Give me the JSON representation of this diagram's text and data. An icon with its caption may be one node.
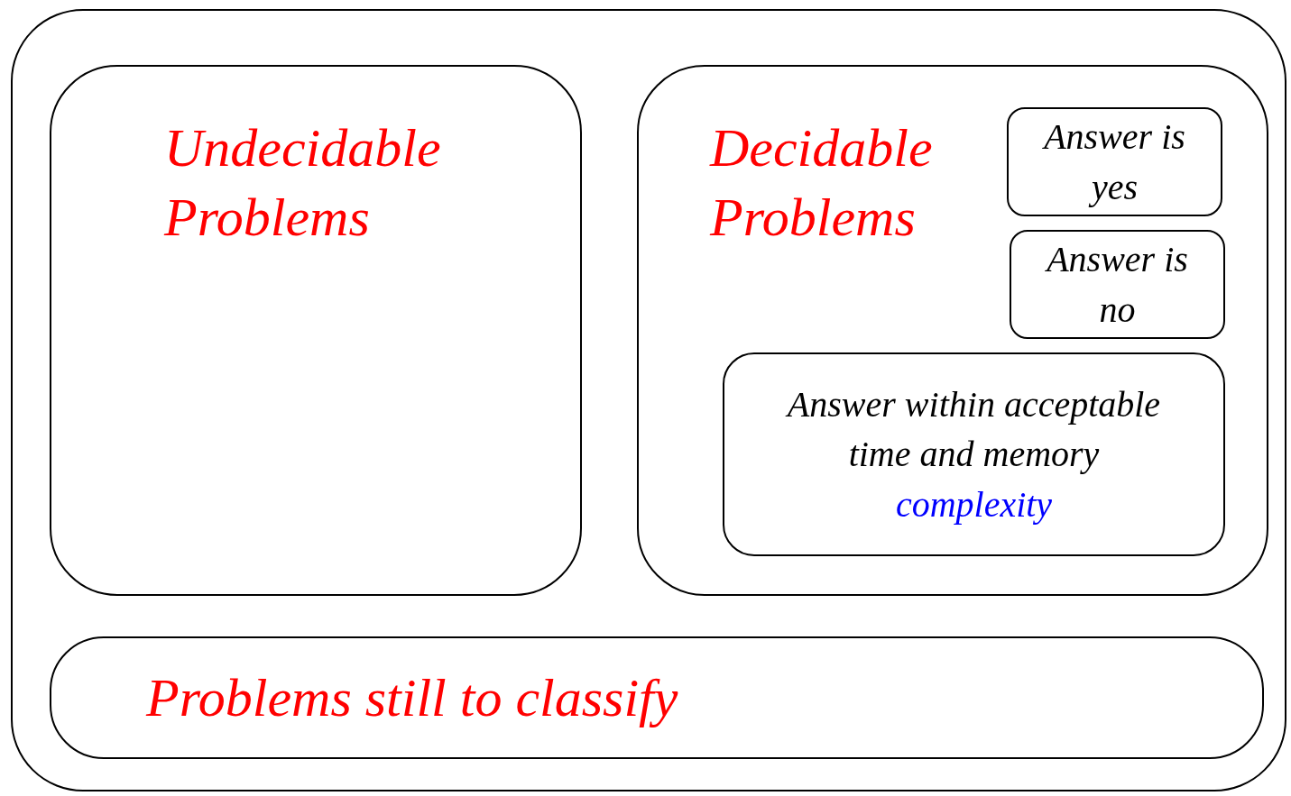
{
  "diagram": {
    "nodes": [
      {
        "text": [],
        "shape": "box"
      },
      {
        "text": [
          "Undecidable Problems"
        ],
        "in": 0
      },
      {
        "text": [
          "Decidable Problems"
        ],
        "in": 0
      },
      {
        "text": [
          "Answer is yes"
        ],
        "in": 2
      },
      {
        "text": [
          "Answer is no"
        ],
        "in": 2
      },
      {
        "text": [
          "Answer within acceptable time and memory",
          "complexity"
        ],
        "in": 2
      },
      {
        "text": [
          "Problems still to classify"
        ],
        "in": 0
      }
    ]
  }
}
